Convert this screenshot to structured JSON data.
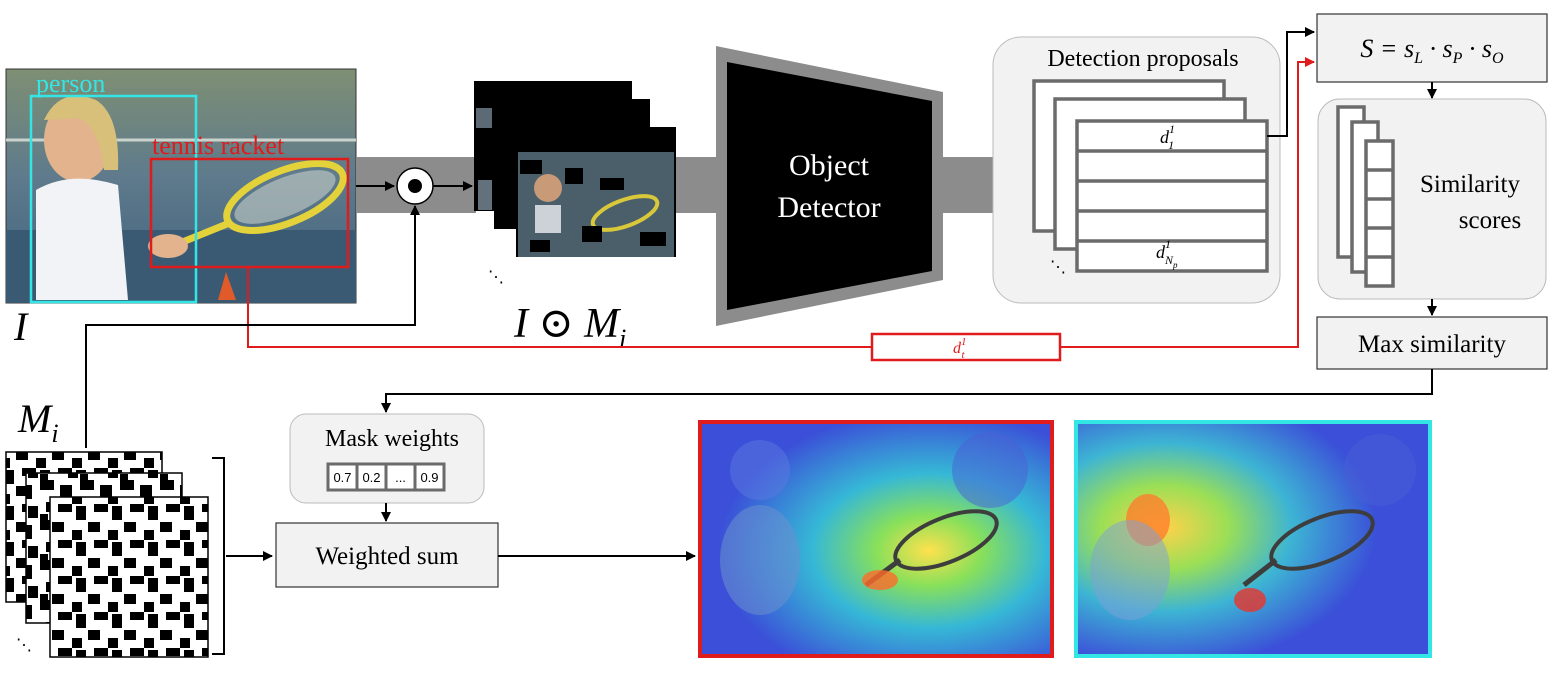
{
  "input_image": {
    "label": "I",
    "boxes": [
      {
        "label": "person",
        "color": "#33e6e6"
      },
      {
        "label": "tennis racket",
        "color": "#e01b1b"
      }
    ]
  },
  "operator_symbol": "⊙",
  "masked_images": {
    "label_main": "I ⊙ M",
    "label_sub": "i"
  },
  "masks": {
    "label_main": "M",
    "label_sub": "i"
  },
  "detector": {
    "line1": "Object",
    "line2": "Detector"
  },
  "proposals": {
    "title": "Detection proposals",
    "first_main": "d",
    "first_sup": "1",
    "first_sub": "1",
    "last_main": "d",
    "last_sup": "1",
    "last_sub": "N",
    "last_subsub": "p"
  },
  "target": {
    "main": "d",
    "sup": "1",
    "sub": "t"
  },
  "similarity_formula": "S = s_L · s_P · s_O",
  "similarity_scores": {
    "line1": "Similarity",
    "line2": "scores"
  },
  "max_similarity": "Max similarity",
  "mask_weights": {
    "title": "Mask weights",
    "values": [
      "0.7",
      "0.2",
      "...",
      "0.9"
    ]
  },
  "weighted_sum": "Weighted sum",
  "outputs": [
    {
      "frame_color": "#e01b1b"
    },
    {
      "frame_color": "#33e6e6"
    }
  ],
  "colors": {
    "arrow": "#000000",
    "red_path": "#e01b1b",
    "pipe": "#8c8c8c",
    "panel": "#f2f2f2"
  }
}
